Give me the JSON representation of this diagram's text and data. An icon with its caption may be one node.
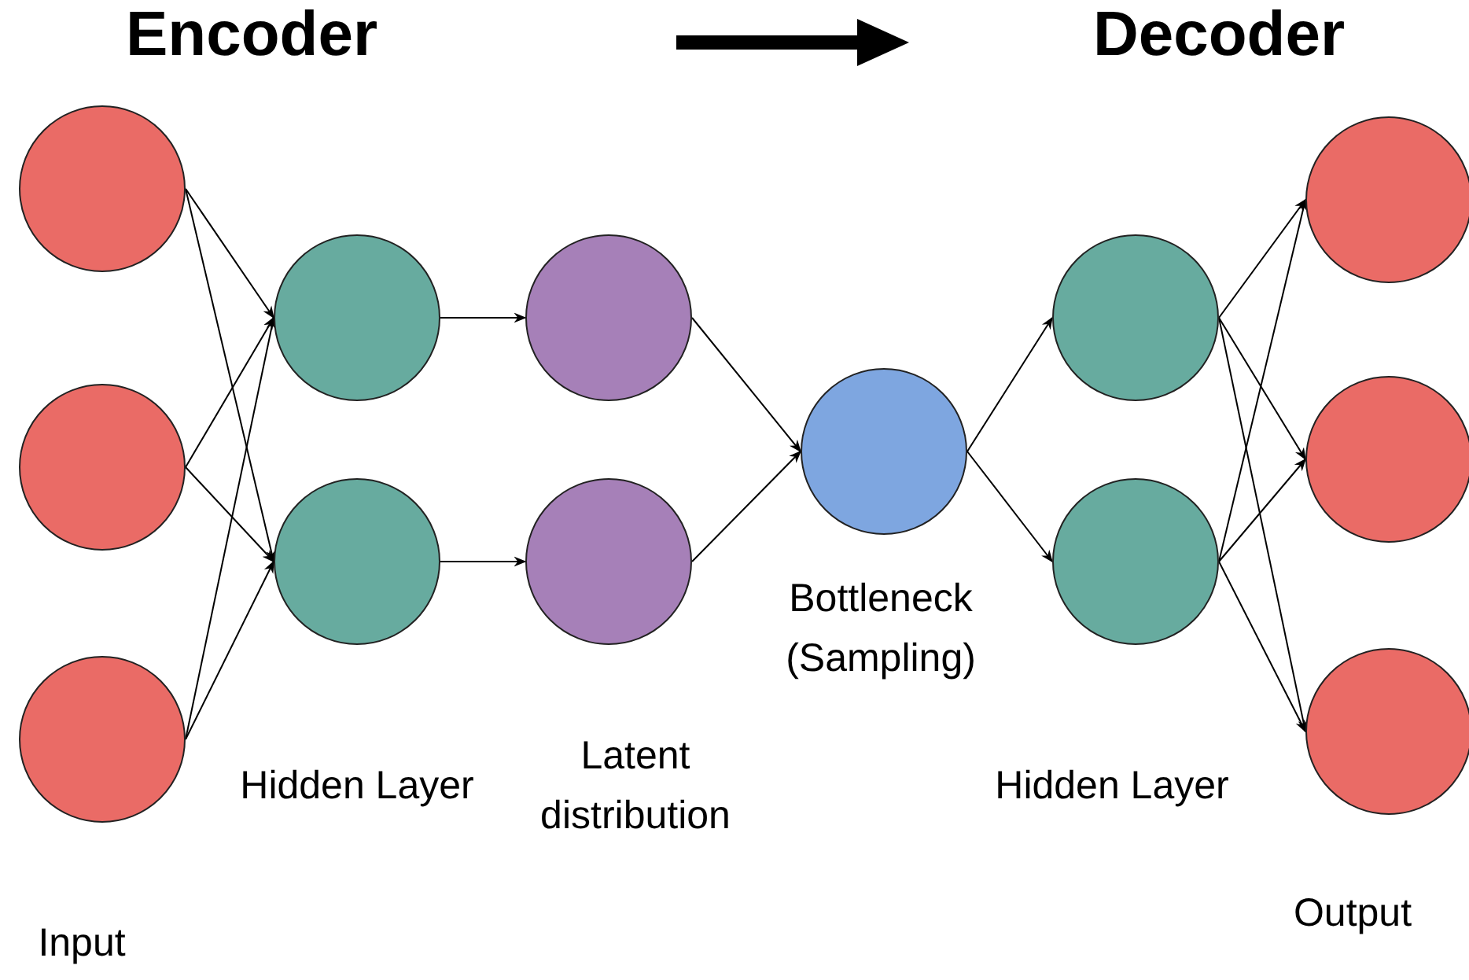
{
  "diagram": {
    "nodes": [
      {
        "text": [],
        "shape": "circle"
      },
      {
        "text": [],
        "shape": "circle"
      },
      {
        "text": [],
        "shape": "circle"
      },
      {
        "text": [],
        "shape": "circle"
      },
      {
        "text": [],
        "shape": "circle"
      },
      {
        "text": [],
        "shape": "circle"
      },
      {
        "text": [],
        "shape": "circle"
      },
      {
        "text": [],
        "shape": "circle",
        "beside": [
          "Bottleneck (Sampling)"
        ]
      },
      {
        "text": [],
        "shape": "circle"
      },
      {
        "text": [],
        "shape": "circle"
      },
      {
        "text": [],
        "shape": "circle"
      },
      {
        "text": [],
        "shape": "circle"
      },
      {
        "text": [],
        "shape": "circle"
      }
    ],
    "edges": [
      {
        "from": 0,
        "to": 3,
        "arrow": "to"
      },
      {
        "from": 0,
        "to": 4,
        "arrow": "to"
      },
      {
        "from": 1,
        "to": 3,
        "arrow": "to"
      },
      {
        "from": 1,
        "to": 4,
        "arrow": "to"
      },
      {
        "from": 2,
        "to": 3,
        "arrow": "to"
      },
      {
        "from": 2,
        "to": 4,
        "arrow": "to"
      },
      {
        "from": 3,
        "to": 5,
        "arrow": "to"
      },
      {
        "from": 4,
        "to": 6,
        "arrow": "to"
      },
      {
        "from": 5,
        "to": 7,
        "arrow": "to"
      },
      {
        "from": 6,
        "to": 7,
        "arrow": "to"
      },
      {
        "from": 7,
        "to": 8,
        "arrow": "to"
      },
      {
        "from": 7,
        "to": 9,
        "arrow": "to"
      },
      {
        "from": 8,
        "to": 10,
        "arrow": "to"
      },
      {
        "from": 8,
        "to": 11,
        "arrow": "to"
      },
      {
        "from": 8,
        "to": 12,
        "arrow": "to"
      },
      {
        "from": 9,
        "to": 10,
        "arrow": "to"
      },
      {
        "from": 9,
        "to": 11,
        "arrow": "to"
      },
      {
        "from": 9,
        "to": 12,
        "arrow": "to"
      }
    ],
    "labels": [
      "Encoder",
      "Decoder",
      "Hidden Layer",
      "Latent distribution",
      "Hidden Layer",
      "Output",
      "Input"
    ]
  }
}
